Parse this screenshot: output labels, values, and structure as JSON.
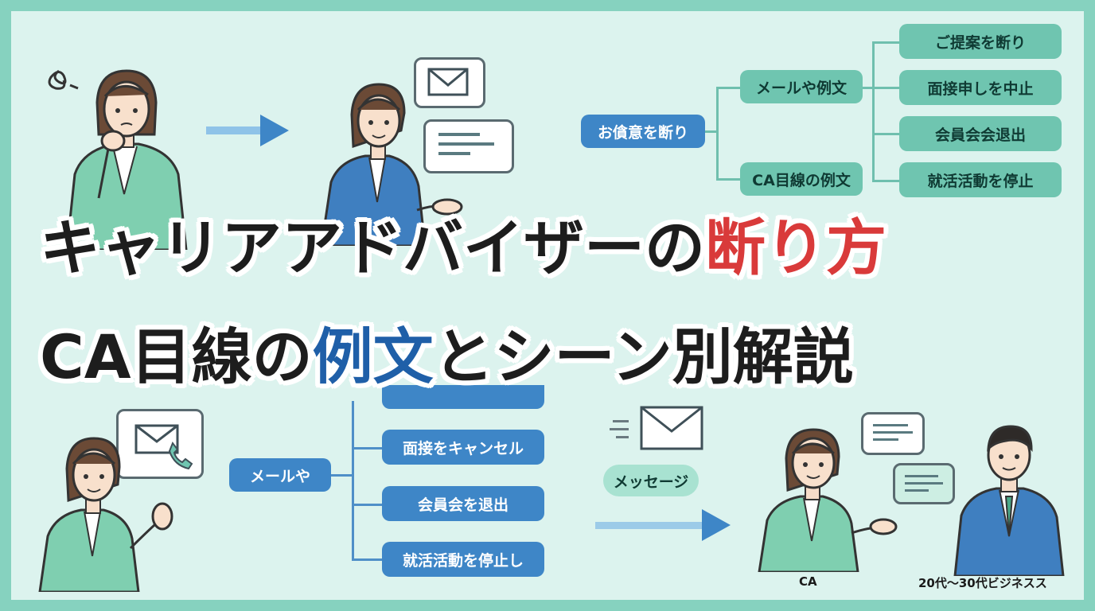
{
  "colors": {
    "frame": "#86d2bf",
    "background": "#dcf3ee",
    "teal_pill": "#6fc5b0",
    "blue_pill": "#3e86c7",
    "title_highlight_red": "#d93a3a",
    "title_highlight_blue": "#1f5fa8"
  },
  "title": {
    "line1_main": "キャリアアドバイザーの",
    "line1_highlight": "断り方",
    "line2_prefix": "CA目線の",
    "line2_highlight": "例文",
    "line2_suffix": "とシーン別解説"
  },
  "top_tree": {
    "root": "お僋意を断り",
    "branches": [
      "メールや例文",
      "CA目線の例文"
    ],
    "leaves": [
      "ご提案を断り",
      "面接申しを中止",
      "会員会会退出",
      "就活活動を停止"
    ]
  },
  "bottom_tree": {
    "root": "メールや",
    "leaves": [
      "面接をキャンセル",
      "会員会を退出",
      "就活活動を停止し"
    ]
  },
  "message_label": "メッセージ",
  "captions": {
    "ca": "CA",
    "business": "20代〜30代ビジネスス"
  },
  "icons": [
    "confused-scribble-icon",
    "right-arrow-icon",
    "mail-icon",
    "chat-bubble-icon",
    "phone-icon"
  ]
}
